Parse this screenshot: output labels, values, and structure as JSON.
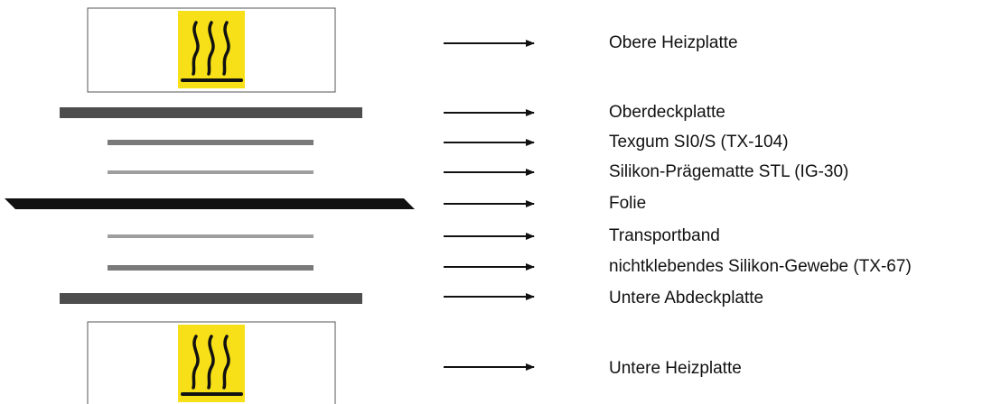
{
  "heater_icon": "hot-surface-warning-icon",
  "colors": {
    "heater_bg": "#f7e017",
    "heater_stroke": "#111111",
    "plate_dark": "#4d4d4d",
    "layer_medium": "#7a7a7a",
    "layer_light": "#9e9e9e",
    "foil": "#111111",
    "arrow": "#111111"
  },
  "layers": [
    {
      "id": "obere-heizplatte",
      "label": "Obere Heizplatte",
      "kind": "heater"
    },
    {
      "id": "oberdeckplatte",
      "label": "Oberdeckplatte",
      "kind": "plate"
    },
    {
      "id": "texgum",
      "label": "Texgum SI0/S (TX-104)",
      "kind": "sheet-medium"
    },
    {
      "id": "silikon-praegematte",
      "label": "Silikon-Prägematte STL (IG-30)",
      "kind": "sheet-light"
    },
    {
      "id": "folie",
      "label": "Folie",
      "kind": "foil"
    },
    {
      "id": "transportband",
      "label": "Transportband",
      "kind": "sheet-light"
    },
    {
      "id": "silikon-gewebe",
      "label": "nichtklebendes Silikon-Gewebe (TX-67)",
      "kind": "sheet-medium"
    },
    {
      "id": "untere-abdeckplatte",
      "label": "Untere Abdeckplatte",
      "kind": "plate"
    },
    {
      "id": "untere-heizplatte",
      "label": "Untere Heizplatte",
      "kind": "heater"
    }
  ]
}
